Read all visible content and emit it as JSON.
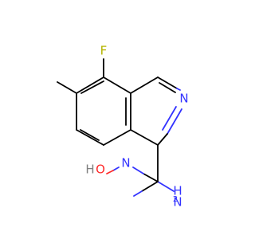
{
  "molecule": {
    "atoms": {
      "fluorine": "F",
      "ring_nitrogen": "N",
      "hydroxyl_oxygen": "O",
      "hydroxyl_hydrogen": "H",
      "oxime_nitrogen": "N",
      "amine_nitrogen": "N",
      "amine_hydrogen": "H",
      "amine_subscript": "2"
    },
    "colors": {
      "carbon_bond": "#000000",
      "fluorine": "#b4b400",
      "nitrogen": "#3333ff",
      "oxygen": "#ff2a2a",
      "hydrogen_on_oxygen": "#7f7f7f"
    }
  }
}
